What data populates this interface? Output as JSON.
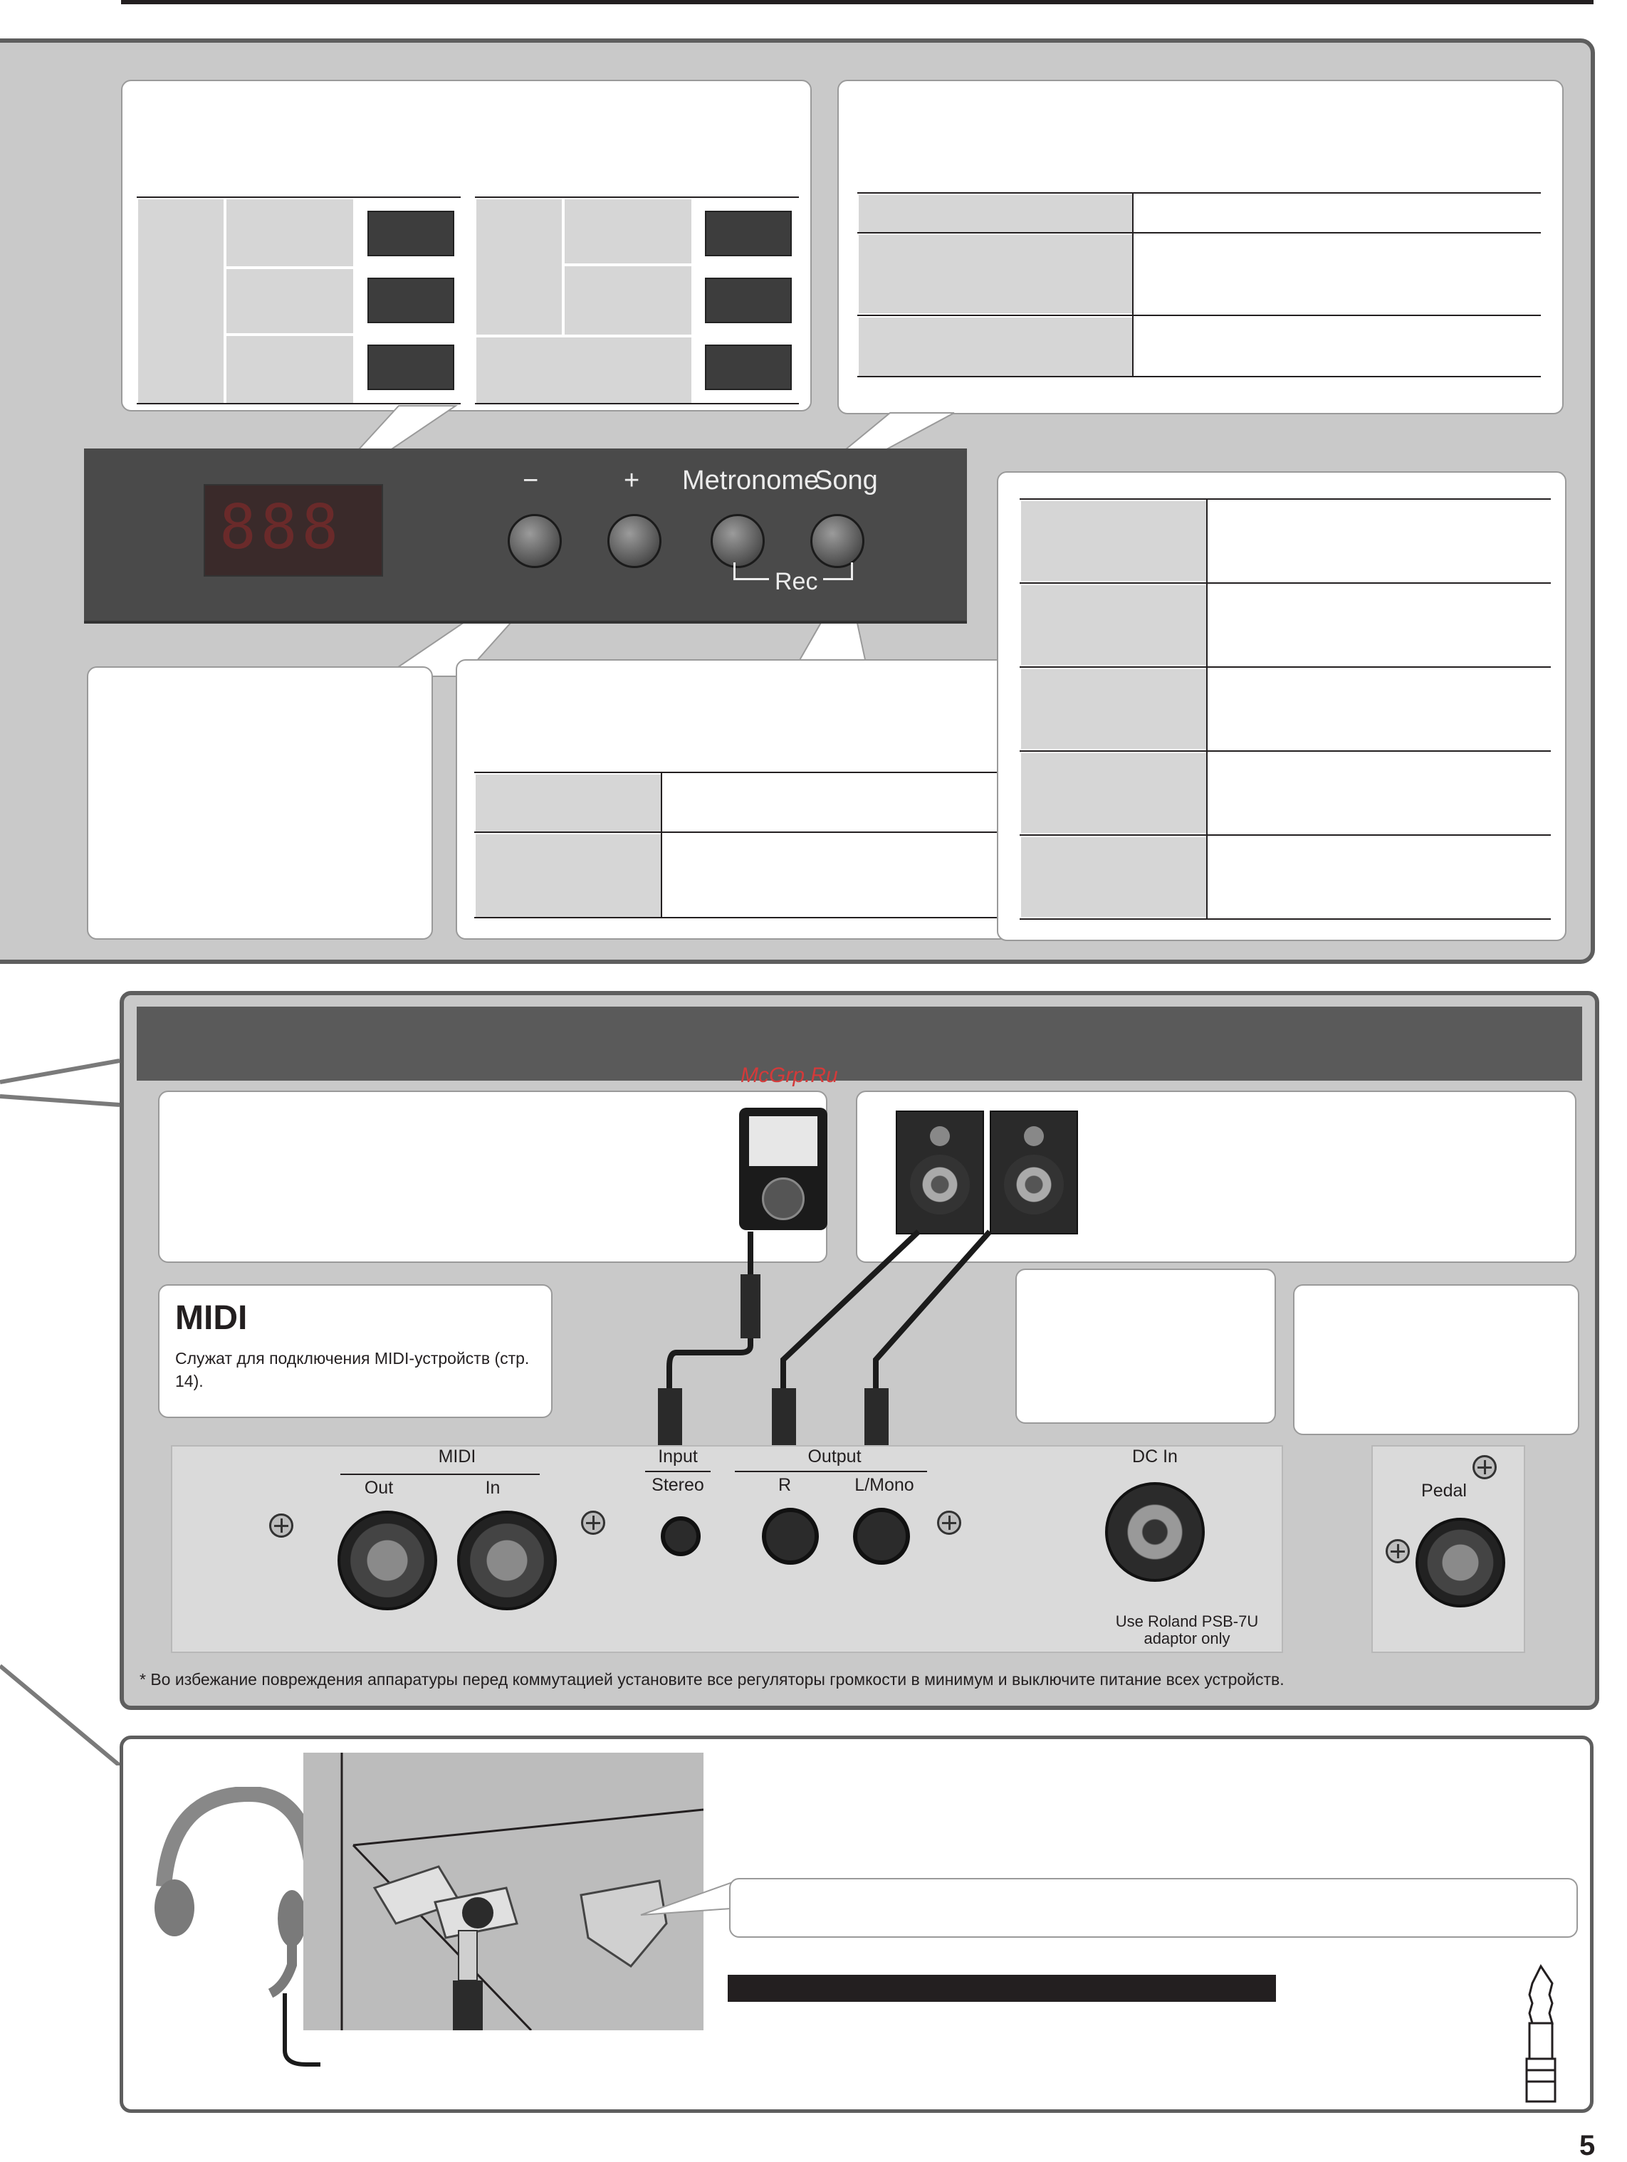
{
  "panel_labels": {
    "minus": "−",
    "plus": "+",
    "metronome": "Metronome",
    "song": "Song",
    "rec": "Rec"
  },
  "connection_section": {
    "watermark": "McGrp.Ru",
    "midi_heading": "MIDI",
    "midi_description": "Служат для подключения MIDI-устройств (стр. 14).",
    "jacks": {
      "midi": "MIDI",
      "out": "Out",
      "in": "In",
      "input": "Input",
      "stereo": "Stereo",
      "output": "Output",
      "r": "R",
      "l_mono": "L/Mono",
      "dc_in": "DC In",
      "adaptor_note": "Use Roland PSB-7U adaptor only",
      "pedal": "Pedal"
    },
    "footnote": "* Во избежание повреждения аппаратуры перед коммутацией установите все регуляторы громкости в минимум и выключите питание всех устройств."
  },
  "page_number": "5",
  "colors": {
    "panel_gray": "#c9c9c9",
    "panel_border": "#5e5e5e",
    "control_panel": "#4a4a4a",
    "display_red": "#5a2020",
    "cell_gray": "#d6d6d6"
  }
}
